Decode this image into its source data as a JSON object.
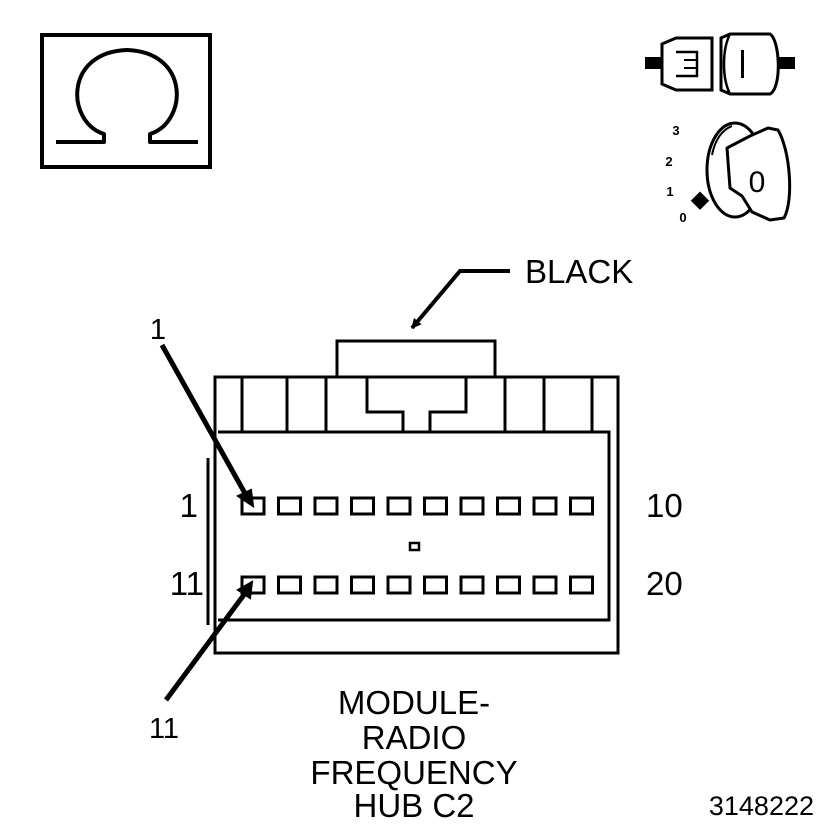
{
  "icons": {
    "ohmmeter": "ohm-symbol-icon",
    "connector": "connector-disconnect-icon",
    "ignition": "ignition-key-off-icon"
  },
  "ignition_positions": [
    "3",
    "2",
    "1",
    "0"
  ],
  "ignition_key_label": "0",
  "connector": {
    "color_label": "BLACK",
    "pin_callout_top": "1",
    "pin_callout_bottom": "11",
    "row1_start": "1",
    "row1_end": "10",
    "row2_start": "11",
    "row2_end": "20",
    "pins_per_row": 10
  },
  "caption": [
    "MODULE-",
    "RADIO",
    "FREQUENCY",
    "HUB C2"
  ],
  "figure_number": "3148222"
}
